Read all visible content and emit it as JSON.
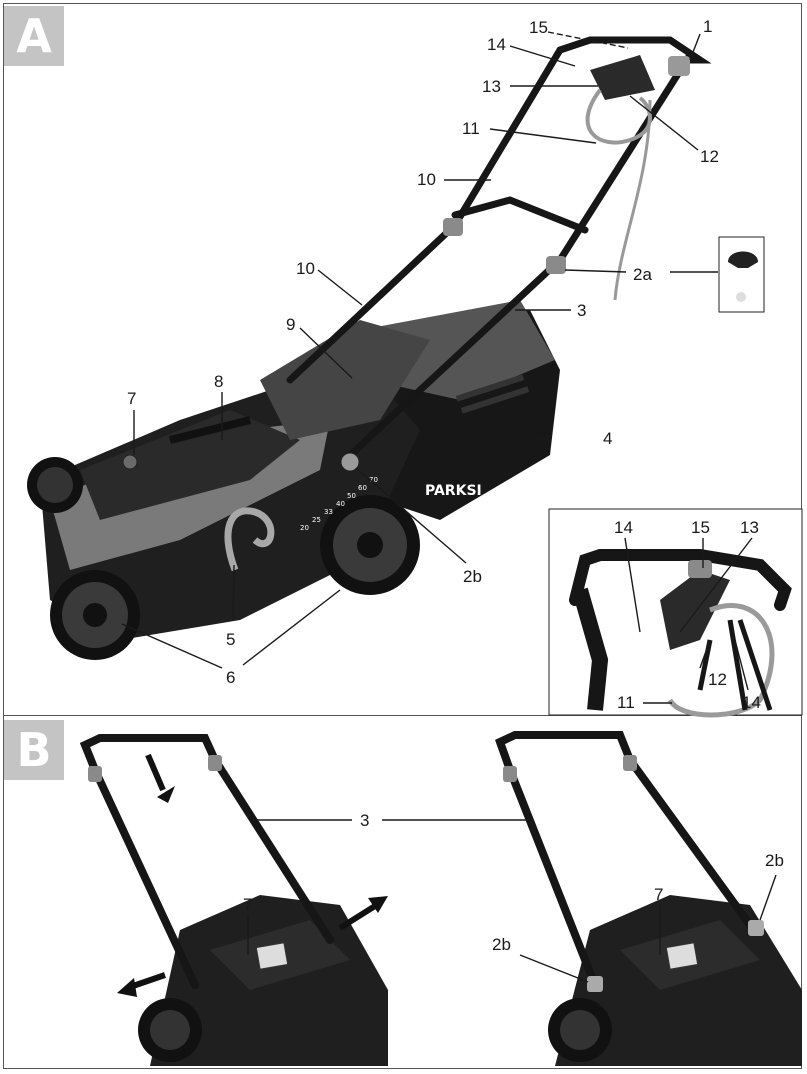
{
  "figure_a": {
    "label": "A",
    "brand_text": "PARKSI",
    "height_scale": [
      "20",
      "25",
      "33",
      "40",
      "50",
      "60",
      "70"
    ],
    "callouts": [
      "1",
      "2a",
      "2b",
      "3",
      "4",
      "5",
      "6",
      "7",
      "8",
      "9",
      "10",
      "10",
      "11",
      "12",
      "13",
      "14",
      "15"
    ],
    "inset_callouts": [
      "14",
      "15",
      "13",
      "12",
      "11",
      "14"
    ]
  },
  "figure_b": {
    "label": "B",
    "callouts_left": [
      "3",
      "7"
    ],
    "callouts_right": [
      "7",
      "2b",
      "2b"
    ]
  }
}
